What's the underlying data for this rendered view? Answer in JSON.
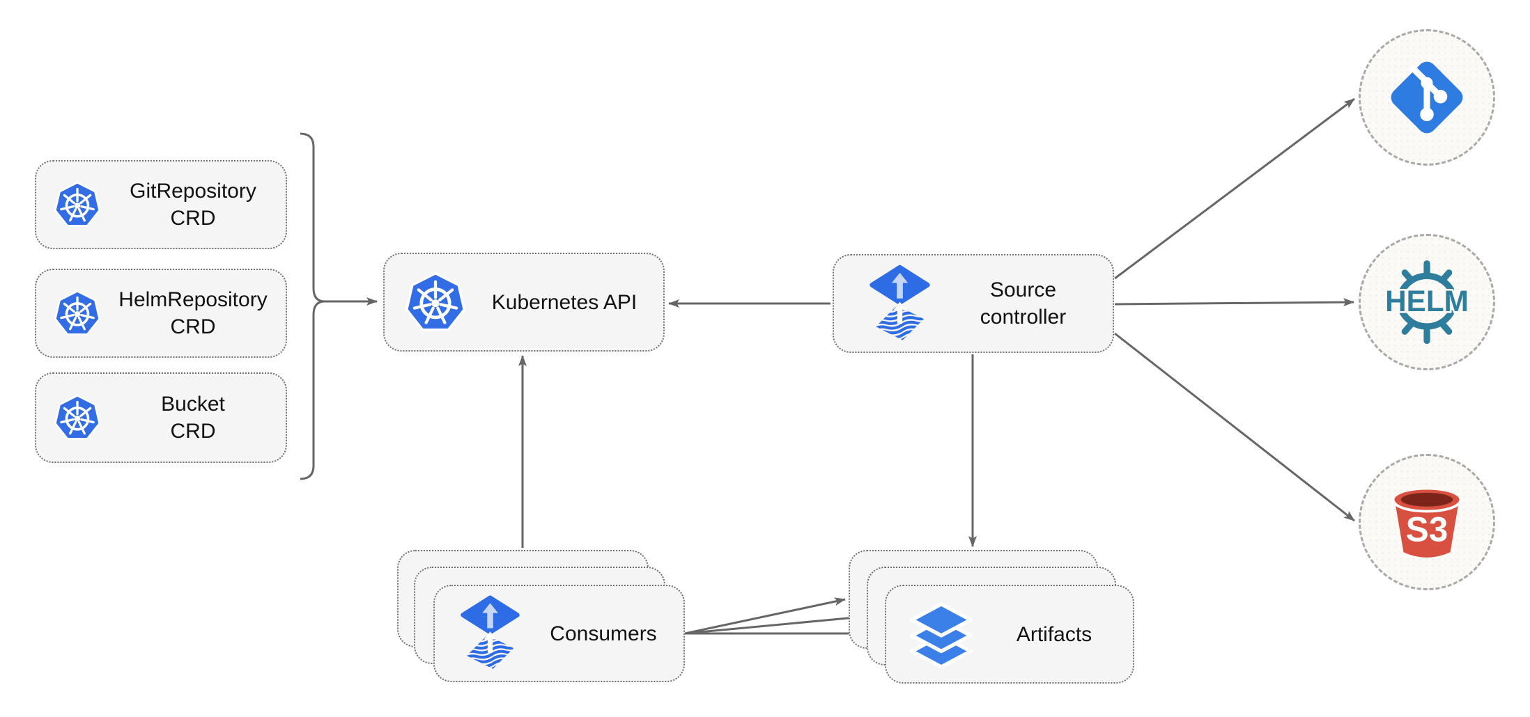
{
  "nodes": {
    "crd_boxes": [
      {
        "id": "gitrepository-crd",
        "icon": "kubernetes-icon",
        "lines": [
          "GitRepository",
          "CRD"
        ]
      },
      {
        "id": "helmrepository-crd",
        "icon": "kubernetes-icon",
        "lines": [
          "HelmRepository",
          "CRD"
        ]
      },
      {
        "id": "bucket-crd",
        "icon": "kubernetes-icon",
        "lines": [
          "Bucket",
          "CRD"
        ]
      }
    ],
    "kubernetes_api": {
      "icon": "kubernetes-icon",
      "label": "Kubernetes API"
    },
    "source_controller": {
      "icon": "flux-icon",
      "lines": [
        "Source",
        "controller"
      ]
    },
    "consumers": {
      "icon": "flux-icon",
      "label": "Consumers",
      "stack_count": 3
    },
    "artifacts": {
      "icon": "layers-icon",
      "label": "Artifacts",
      "stack_count": 3
    },
    "externals": [
      {
        "id": "git-repository",
        "icon": "git-icon",
        "label": ""
      },
      {
        "id": "helm-repository",
        "icon": "helm-icon",
        "label": "HELM"
      },
      {
        "id": "s3-bucket",
        "icon": "s3-bucket-icon",
        "label": "S3"
      }
    ]
  },
  "edges": [
    {
      "from": "crd-bracket",
      "to": "kubernetes-api"
    },
    {
      "from": "source-controller",
      "to": "kubernetes-api"
    },
    {
      "from": "consumers",
      "to": "kubernetes-api"
    },
    {
      "from": "source-controller",
      "to": "artifacts"
    },
    {
      "from": "source-controller",
      "to": "git-repository"
    },
    {
      "from": "source-controller",
      "to": "helm-repository"
    },
    {
      "from": "source-controller",
      "to": "s3-bucket"
    },
    {
      "from": "consumers",
      "to": "artifacts",
      "count": 3
    }
  ],
  "colors": {
    "kubernetes_blue": "#326de6",
    "flux_blue": "#2e6ce5",
    "flux_arrow_light": "#c6d6f4",
    "git_blue": "#2e7ce2",
    "helm_teal": "#2e7d9c",
    "s3_red": "#d8503f",
    "s3_dark_top": "#7c241a",
    "layers_blue": "#3b7fe8",
    "arrow_gray": "#666666",
    "node_fill": "#f5f5f5",
    "circle_fill": "#fbfaf6"
  }
}
